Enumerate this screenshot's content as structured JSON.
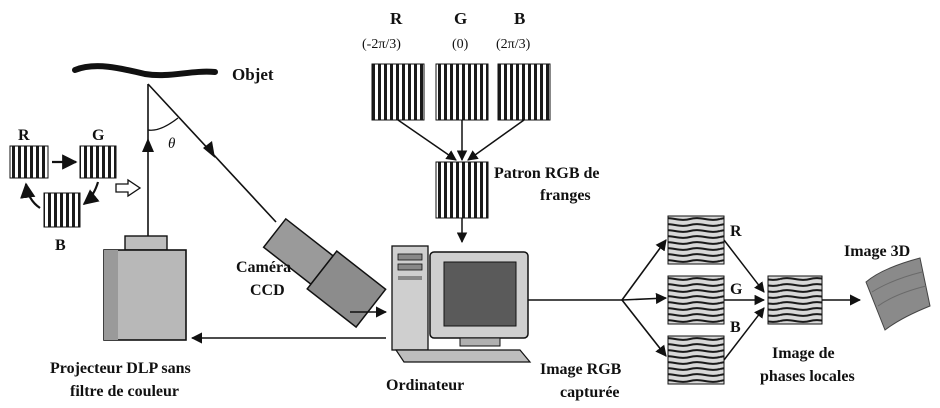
{
  "labels": {
    "objet": "Objet",
    "theta": "θ",
    "cycle_r": "R",
    "cycle_g": "G",
    "cycle_b": "B",
    "camera_line1": "Caméra",
    "camera_line2": "CCD",
    "projector_line1": "Projecteur DLP sans",
    "projector_line2": "filtre de couleur",
    "ordinateur": "Ordinateur",
    "pattern_line1": "Patron RGB de",
    "pattern_line2": "franges",
    "captured_line1": "Image RGB",
    "captured_line2": "capturée",
    "phase_line1": "Image de",
    "phase_line2": "phases locales",
    "image3d": "Image 3D",
    "chan_r": "R",
    "chan_g": "G",
    "chan_b": "B"
  },
  "fringes": [
    {
      "channel": "R",
      "phase": "(-2π/3)"
    },
    {
      "channel": "G",
      "phase": "(0)"
    },
    {
      "channel": "B",
      "phase": "(2π/3)"
    }
  ]
}
